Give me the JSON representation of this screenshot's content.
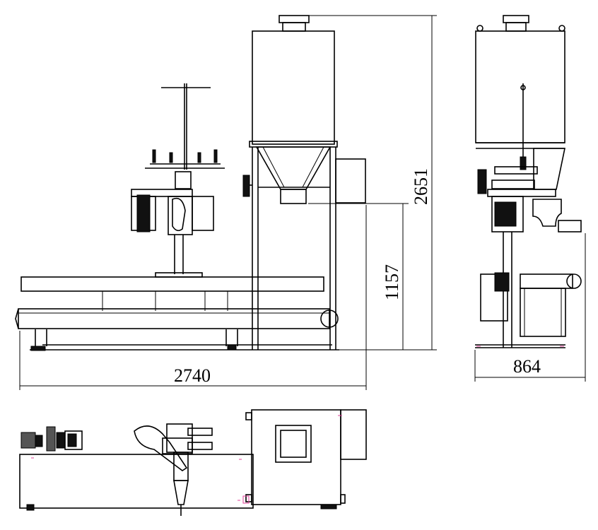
{
  "dimensions": {
    "front_width": "2740",
    "total_height": "2651",
    "discharge_height": "1157",
    "side_width": "864"
  },
  "colors": {
    "line": "#000000",
    "marker": "#e0409a",
    "background": "#ffffff"
  }
}
